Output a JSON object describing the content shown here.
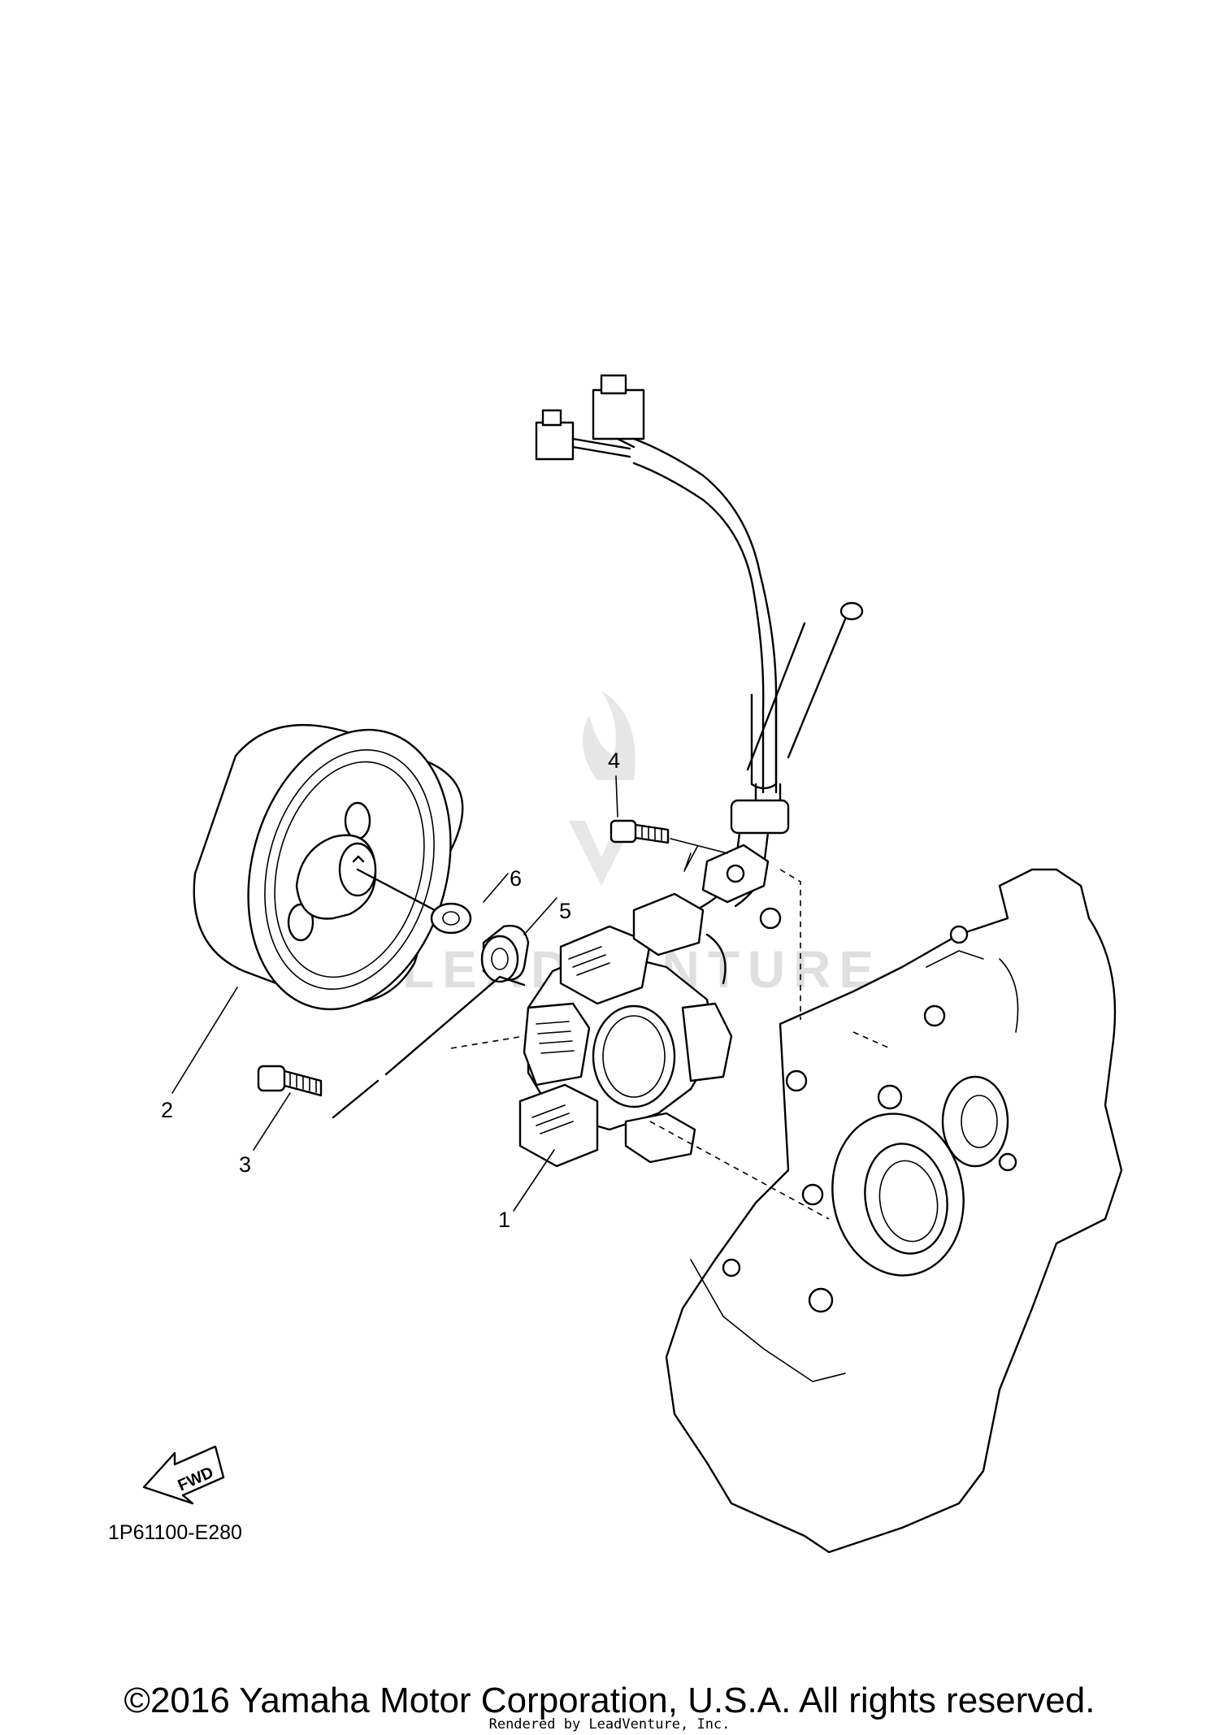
{
  "diagram": {
    "callouts": [
      "1",
      "2",
      "3",
      "4",
      "5",
      "6"
    ],
    "diagram_code": "1P61100-E280",
    "fwd_label": "FWD",
    "watermark_text": "LEADVENTURE"
  },
  "footer": {
    "copyright": "©2016 Yamaha Motor Corporation, U.S.A. All rights reserved.",
    "rendered_by": "Rendered by LeadVenture, Inc."
  },
  "colors": {
    "line": "#000000",
    "background": "#ffffff",
    "watermark": "#dcdcdc"
  }
}
